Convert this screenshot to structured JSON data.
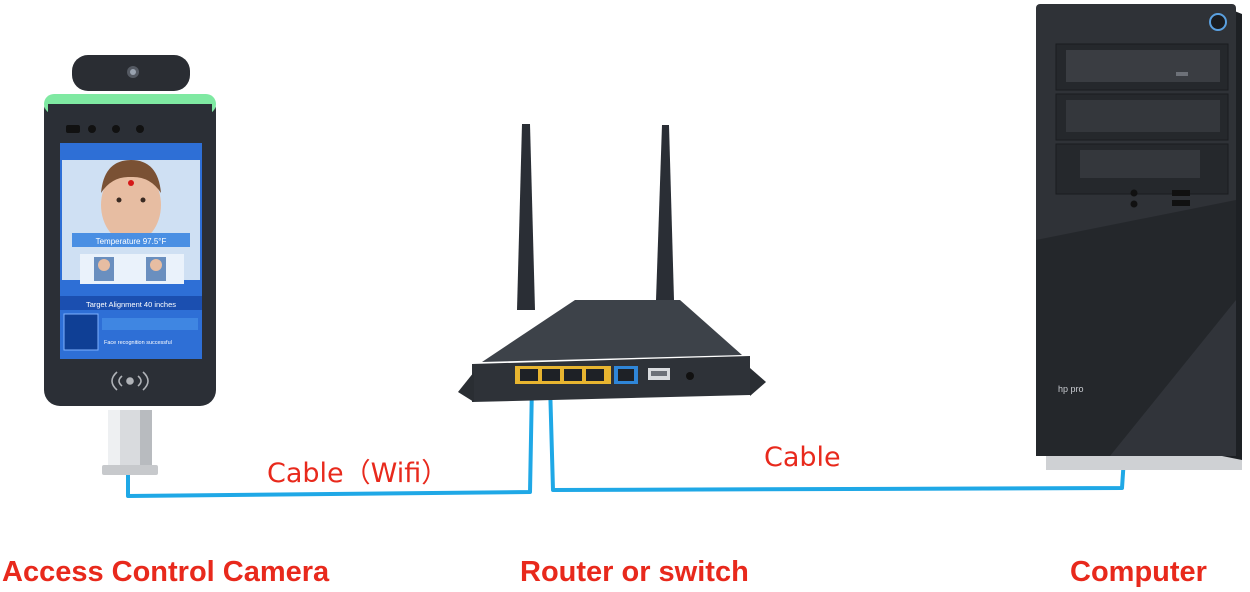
{
  "colors": {
    "label_red": "#e8291c",
    "cable_blue": "#1fa8e6",
    "device_dark": "#2b2f36",
    "led_green": "#7fe9a2",
    "port_yellow": "#e8b530",
    "port_blue": "#2f86d8"
  },
  "cables": [
    {
      "id": "camera-router",
      "label": "Cable（Wifi）"
    },
    {
      "id": "router-computer",
      "label": "Cable"
    }
  ],
  "devices": [
    {
      "id": "camera",
      "label": "Access Control Camera",
      "icon": "face-recognition-terminal"
    },
    {
      "id": "router",
      "label": "Router or switch",
      "icon": "router"
    },
    {
      "id": "computer",
      "label": "Computer",
      "icon": "desktop-tower"
    }
  ],
  "camera_screen": {
    "temperature_text": "Temperature 97.5°F",
    "alignment_text": "Target Alignment 40 inches",
    "recognition_text": "Face recognition successful"
  },
  "computer_badge": "hp pro"
}
